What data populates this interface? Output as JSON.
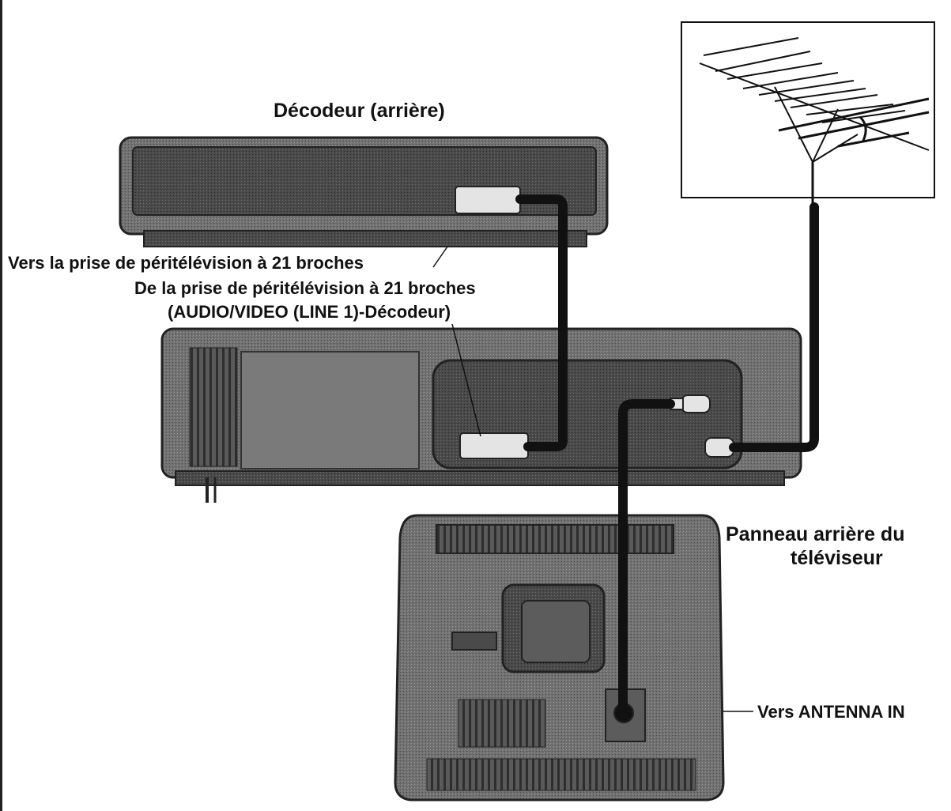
{
  "labels": {
    "decoder_title": "Décodeur (arrière)",
    "to_scart": "Vers la prise de péritélévision à 21 broches",
    "from_scart_line1": "De la prise de péritélévision à 21 broches",
    "from_scart_line2": "(AUDIO/VIDEO (LINE 1)-Décodeur)",
    "tv_panel_line1": "Panneau arrière du",
    "tv_panel_line2": "téléviseur",
    "antenna_in": "Vers ANTENNA IN"
  },
  "colors": {
    "device_fill": "#6f6f6f",
    "device_dark": "#3a3a3a",
    "device_light": "#9a9a9a",
    "connector": "#e4e4e4",
    "cable": "#111111",
    "line": "#111111"
  },
  "icons": {
    "antenna": "roof-antenna-icon",
    "scart": "scart-connector-icon",
    "rf": "rf-plug-icon"
  }
}
